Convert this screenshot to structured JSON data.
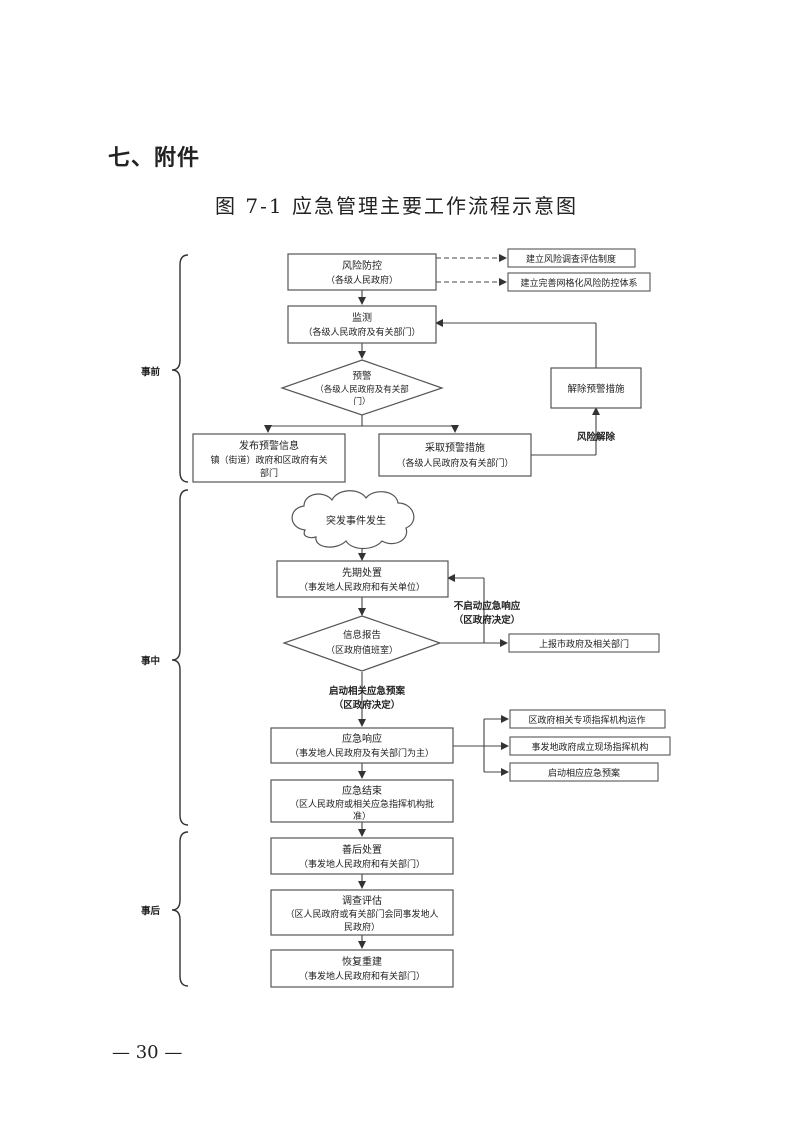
{
  "section_heading": "七、附件",
  "figure_title": "图 7-1 应急管理主要工作流程示意图",
  "page_number": "— 30 —",
  "phases": {
    "before": "事前",
    "during": "事中",
    "after": "事后"
  },
  "nodes": {
    "risk_control": {
      "title": "风险防控",
      "sub": "（各级人民政府）"
    },
    "monitoring": {
      "title": "监测",
      "sub": "（各级人民政府及有关部门）"
    },
    "warning": {
      "title": "预警",
      "sub1": "（各级人民政府及有关部",
      "sub2": "门）"
    },
    "publish_warning": {
      "title": "发布预警信息",
      "sub1": "镇（街道）政府和区政府有关",
      "sub2": "部门"
    },
    "take_measures": {
      "title": "采取预警措施",
      "sub": "（各级人民政府及有关部门）"
    },
    "lift_measures": {
      "title": "解除预警措施"
    },
    "incident": {
      "title": "突发事件发生"
    },
    "initial_response": {
      "title": "先期处置",
      "sub": "（事发地人民政府和有关单位）"
    },
    "info_report": {
      "title": "信息报告",
      "sub": "（区政府值班室）"
    },
    "emergency_response": {
      "title": "应急响应",
      "sub": "（事发地人民政府及有关部门为主）"
    },
    "response_end": {
      "title": "应急结束",
      "sub1": "（区人民政府或相关应急指挥机构批",
      "sub2": "准）"
    },
    "aftermath": {
      "title": "善后处置",
      "sub": "（事发地人民政府和有关部门）"
    },
    "investigation": {
      "title": "调查评估",
      "sub1": "（区人民政府或有关部门会同事发地人",
      "sub2": "民政府）"
    },
    "reconstruction": {
      "title": "恢复重建",
      "sub": "（事发地人民政府和有关部门）"
    }
  },
  "side_boxes": {
    "risk_assessment": "建立风险调查评估制度",
    "grid_system": "建立完善网格化风险防控体系",
    "report_city": "上报市政府及相关部门",
    "district_agency": "区政府相关专项指挥机构运作",
    "onsite_command": "事发地政府成立现场指挥机构",
    "start_plan": "启动相应应急预案"
  },
  "edge_labels": {
    "risk_lift": "风险解除",
    "no_response_1": "不启动应急响应",
    "no_response_2": "（区政府决定）",
    "start_plan_1": "启动相关应急预案",
    "start_plan_2": "（区政府决定）"
  }
}
